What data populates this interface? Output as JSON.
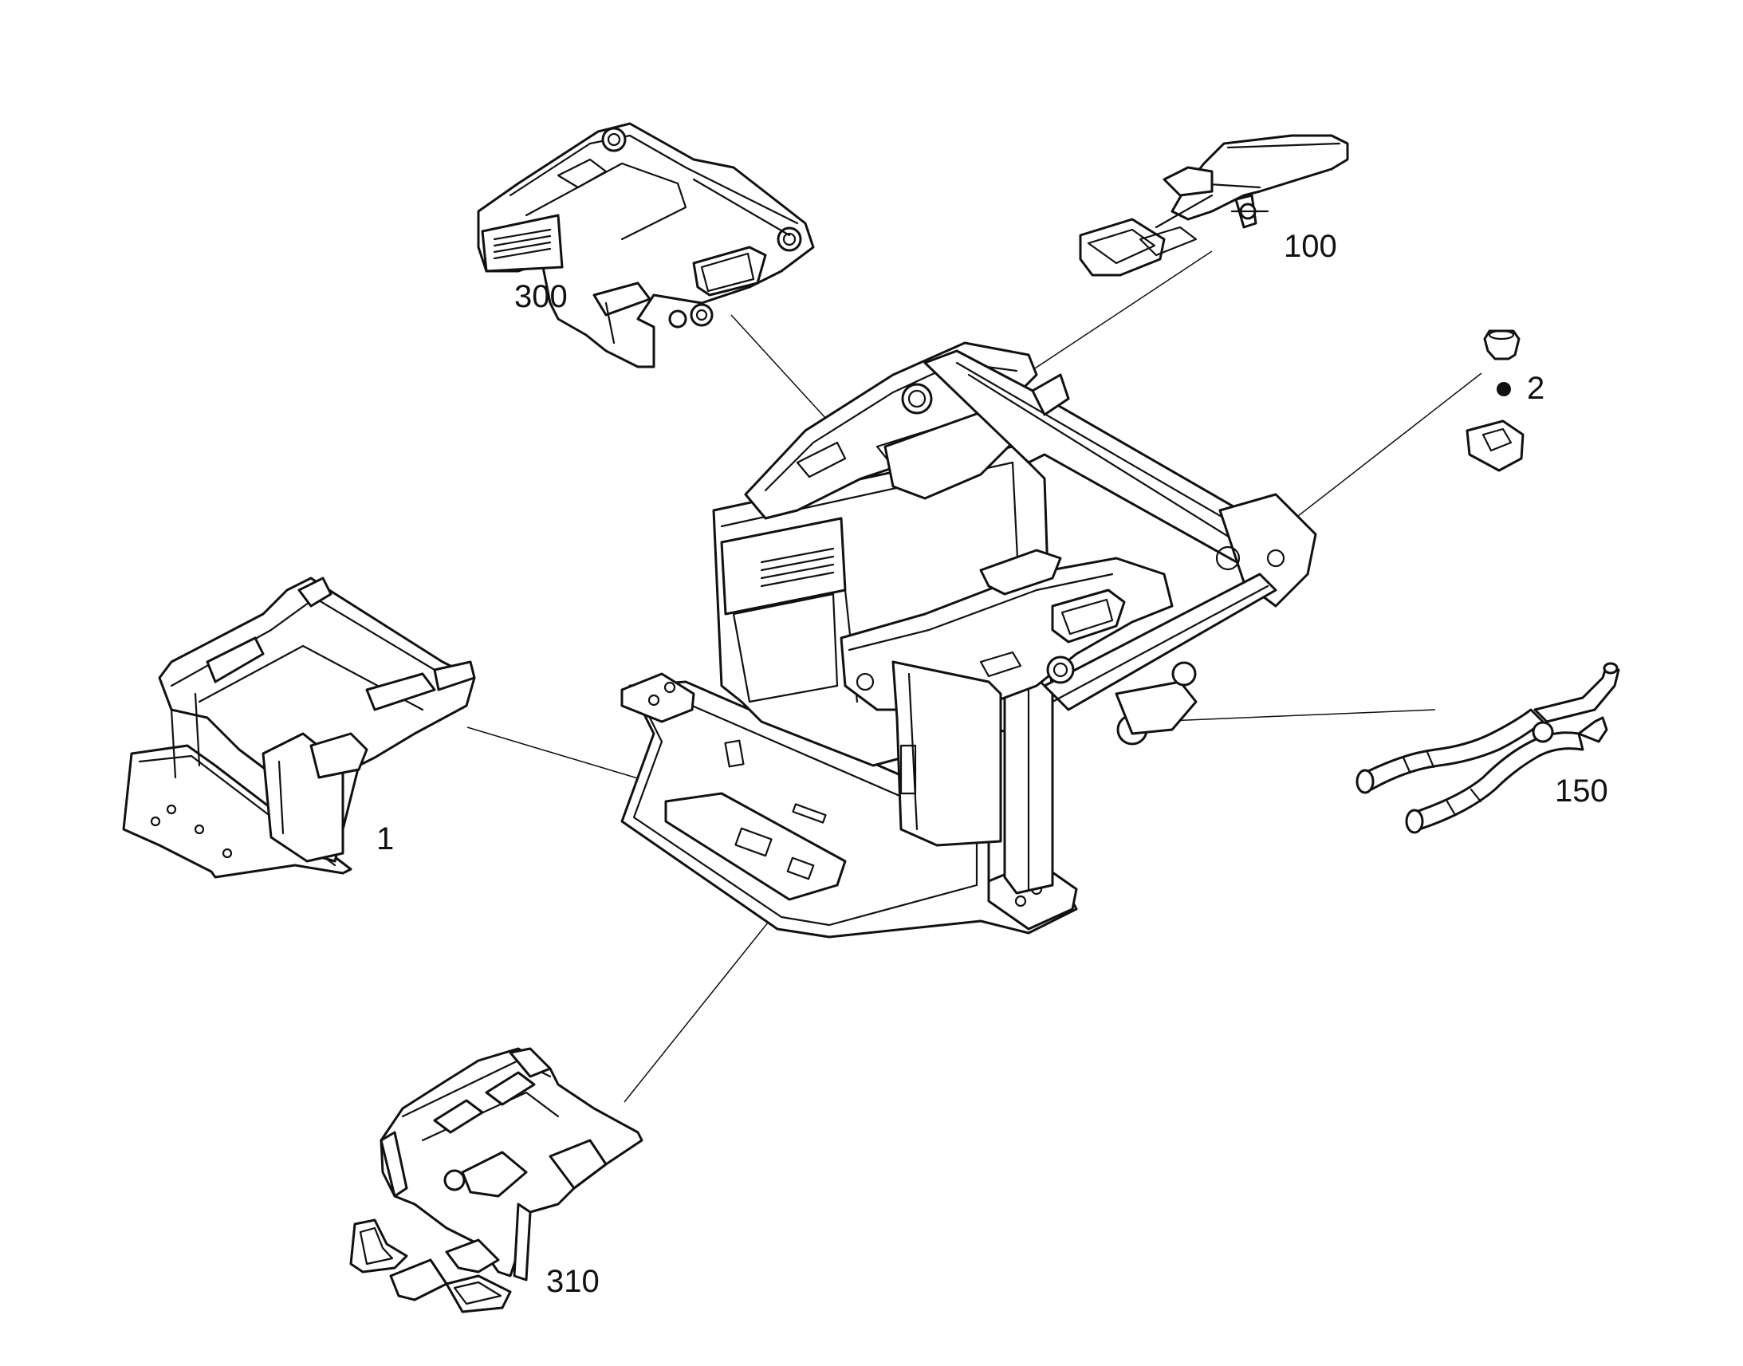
{
  "diagram": {
    "callouts": [
      {
        "id": "label-300",
        "text": "300"
      },
      {
        "id": "label-100",
        "text": "100"
      },
      {
        "id": "label-2",
        "text": "2"
      },
      {
        "id": "label-1",
        "text": "1"
      },
      {
        "id": "label-150",
        "text": "150"
      },
      {
        "id": "label-310",
        "text": "310"
      }
    ]
  }
}
